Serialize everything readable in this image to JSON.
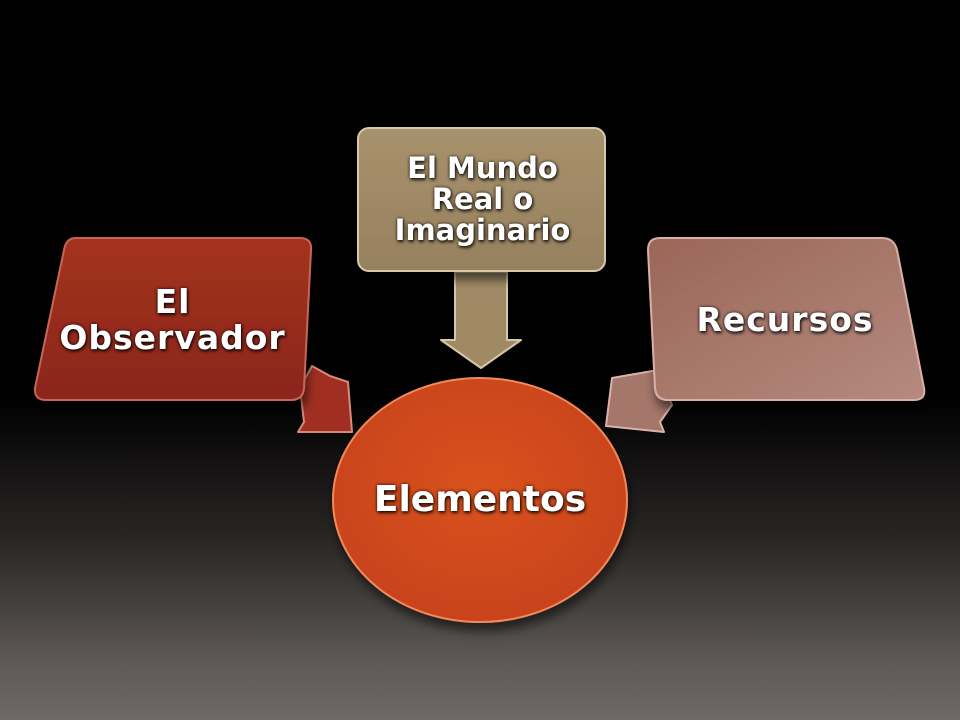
{
  "diagram": {
    "center": {
      "label": "Elementos",
      "color": "#d24a1e"
    },
    "nodes": [
      {
        "id": "observador",
        "label": "El\nObservador",
        "color": "#942c1f"
      },
      {
        "id": "mundo",
        "label": "El Mundo\nReal o\nImaginario",
        "color": "#a08a66"
      },
      {
        "id": "recursos",
        "label": "Recursos",
        "color": "#a5766a"
      }
    ]
  }
}
